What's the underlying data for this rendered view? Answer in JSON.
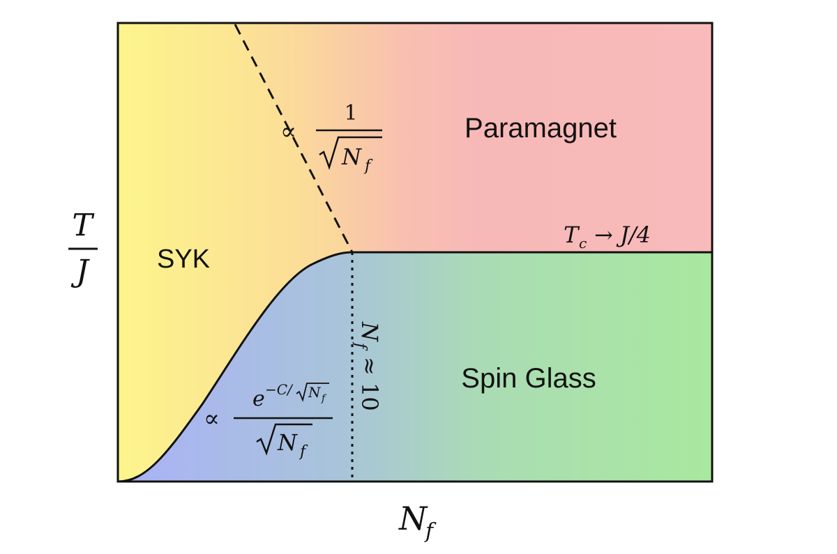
{
  "regions": {
    "syk": "SYK",
    "paramagnet": "Paramagnet",
    "spin_glass": "Spin Glass"
  },
  "axes": {
    "y_num": "T",
    "y_den": "J",
    "x_main": "N",
    "x_sub": "f"
  },
  "annotations": {
    "upper_prop": "∝",
    "upper_num": "1",
    "upper_den_main": "N",
    "upper_den_sub": "f",
    "tc_T": "T",
    "tc_sub": "c",
    "tc_rest": "→ J/4",
    "lower_prop": "∝",
    "lower_num_base": "e",
    "lower_num_exp": "−C/",
    "lower_num_exp_N": "N",
    "lower_num_exp_sub": "f",
    "lower_den_main": "N",
    "lower_den_sub": "f",
    "crit_N": "N",
    "crit_sub": "f",
    "crit_rest": "≈ 10"
  },
  "colors": {
    "syk": "#fdf38c",
    "paramagnet": "#f7b8b8",
    "spin_glass": "#a9e7a1",
    "blue": "#a9b6f5",
    "frame": "#111111"
  }
}
